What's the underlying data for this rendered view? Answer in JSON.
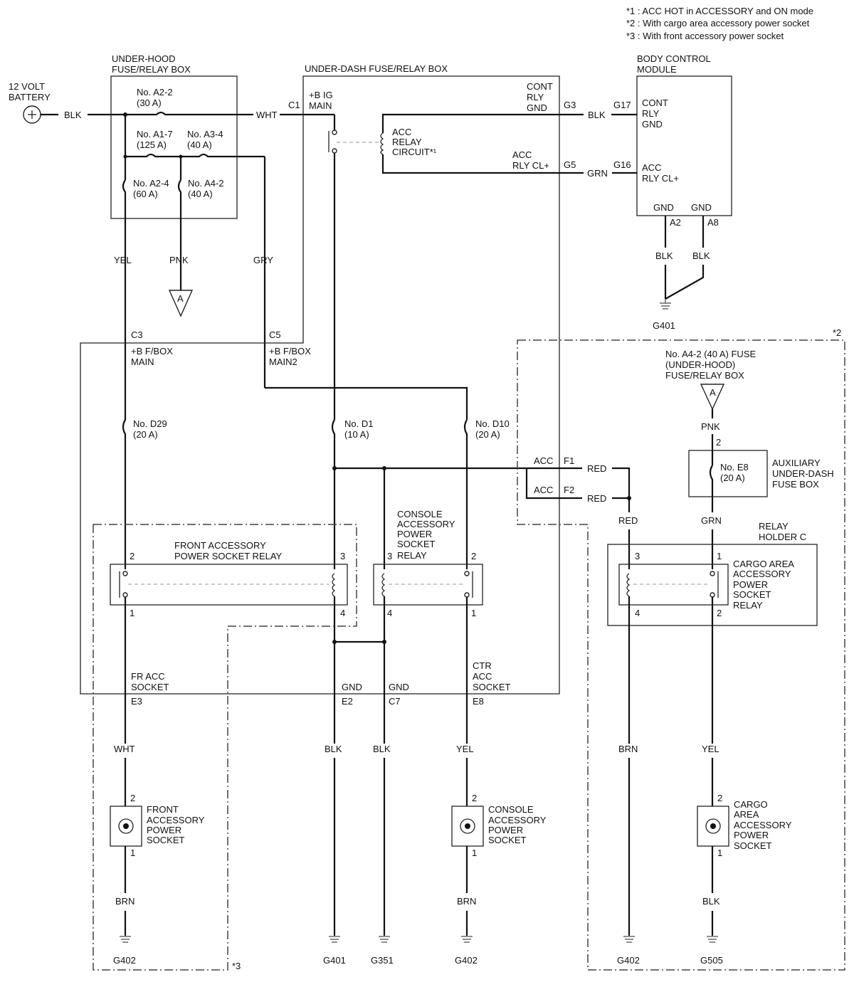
{
  "notes": [
    "*1 : ACC HOT in ACCESSORY and ON mode",
    "*2 : With cargo area accessory power socket",
    "*3 : With front accessory power socket"
  ],
  "battery": {
    "label": [
      "12 VOLT",
      "BATTERY"
    ],
    "wire": "BLK"
  },
  "under_hood_box": {
    "title": [
      "UNDER-HOOD",
      "FUSE/RELAY BOX"
    ],
    "fuses": [
      {
        "name": "No. A2-2",
        "rating": "(30 A)"
      },
      {
        "name": "No. A1-7",
        "rating": "(125 A)"
      },
      {
        "name": "No. A3-4",
        "rating": "(40 A)"
      },
      {
        "name": "No. A2-4",
        "rating": "(60 A)"
      },
      {
        "name": "No. A4-2",
        "rating": "(40 A)"
      }
    ],
    "out_wire": "WHT",
    "wires_down": [
      "YEL",
      "PNK",
      "GRY"
    ],
    "connector_ref": "A"
  },
  "under_dash_box": {
    "title": "UNDER-DASH FUSE/RELAY BOX",
    "pins": {
      "c1": "C1",
      "c3": "C3",
      "c5": "C5",
      "g3": "G3",
      "g5": "G5",
      "f1": "F1",
      "f2": "F2",
      "e3": "E3",
      "e2": "E2",
      "c7": "C7",
      "e8": "E8"
    },
    "labels": {
      "big_main": [
        "+B IG",
        "MAIN"
      ],
      "cont_rly_gnd": [
        "CONT",
        "RLY",
        "GND"
      ],
      "acc_relay_circuit": [
        "ACC",
        "RELAY",
        "CIRCUIT*¹"
      ],
      "acc_rly_cl": [
        "ACC",
        "RLY CL+"
      ],
      "bf_box_main": [
        "+B F/BOX",
        "MAIN"
      ],
      "bf_box_main2": [
        "+B F/BOX",
        "MAIN2"
      ],
      "acc1": "ACC",
      "acc2": "ACC",
      "fr_acc_socket": [
        "FR ACC",
        "SOCKET"
      ],
      "gnd1": "GND",
      "gnd2": "GND",
      "ctr_acc_socket": [
        "CTR",
        "ACC",
        "SOCKET"
      ]
    },
    "fuses": [
      {
        "name": "No. D29",
        "rating": "(20 A)"
      },
      {
        "name": "No. D1",
        "rating": "(10 A)"
      },
      {
        "name": "No. D10",
        "rating": "(20 A)"
      }
    ]
  },
  "bcm": {
    "title": [
      "BODY CONTROL",
      "MODULE"
    ],
    "pins": {
      "g17": "G17",
      "g16": "G16",
      "a2": "A2",
      "a8": "A8"
    },
    "labels": {
      "cont_rly_gnd": [
        "CONT",
        "RLY",
        "GND"
      ],
      "acc_rly_cl": [
        "ACC",
        "RLY CL+"
      ],
      "gnd1": "GND",
      "gnd2": "GND"
    },
    "wires": {
      "g3_g17": "BLK",
      "g5_g16": "GRN",
      "a2": "BLK",
      "a8": "BLK"
    },
    "ground": "G401"
  },
  "front_relay": {
    "title": [
      "FRONT ACCESSORY",
      "POWER SOCKET RELAY"
    ],
    "pins": [
      "2",
      "3",
      "1",
      "4"
    ]
  },
  "console_relay": {
    "title": [
      "CONSOLE",
      "ACCESSORY",
      "POWER",
      "SOCKET",
      "RELAY"
    ],
    "pins": [
      "3",
      "2",
      "4",
      "1"
    ]
  },
  "aux_box": {
    "source": [
      "No. A4-2 (40 A) FUSE",
      "(UNDER-HOOD)",
      "FUSE/RELAY BOX"
    ],
    "connector_ref": "A",
    "wire_in": "PNK",
    "pin_in": "2",
    "fuse": {
      "name": "No. E8",
      "rating": "(20 A)"
    },
    "title": [
      "AUXILIARY",
      "UNDER-DASH",
      "FUSE BOX"
    ],
    "wire_out": "GRN"
  },
  "acc_wires": {
    "f1": "RED",
    "f2": "RED",
    "joined": "RED"
  },
  "relay_holder": {
    "title": [
      "RELAY",
      "HOLDER C"
    ]
  },
  "cargo_relay": {
    "title": [
      "CARGO AREA",
      "ACCESSORY",
      "POWER",
      "SOCKET",
      "RELAY"
    ],
    "pins": [
      "3",
      "1",
      "4",
      "2"
    ]
  },
  "sockets": {
    "front": {
      "title": [
        "FRONT",
        "ACCESSORY",
        "POWER",
        "SOCKET"
      ],
      "pin_top": "2",
      "pin_bot": "1"
    },
    "console": {
      "title": [
        "CONSOLE",
        "ACCESSORY",
        "POWER",
        "SOCKET"
      ],
      "pin_top": "2",
      "pin_bot": "1"
    },
    "cargo": {
      "title": [
        "CARGO",
        "AREA",
        "ACCESSORY",
        "POWER",
        "SOCKET"
      ],
      "pin_top": "2",
      "pin_bot": "1"
    }
  },
  "bottom_wires": {
    "wht": "WHT",
    "blk_e2": "BLK",
    "blk_c7": "BLK",
    "yel_e8": "YEL",
    "brn_cargo": "BRN",
    "yel_cargo": "YEL",
    "brn_front": "BRN",
    "brn_console": "BRN",
    "blk_cargo": "BLK"
  },
  "grounds": [
    "G402",
    "G401",
    "G351",
    "G402",
    "G402",
    "G505"
  ],
  "star_labels": {
    "s2": "*2",
    "s3": "*3"
  }
}
